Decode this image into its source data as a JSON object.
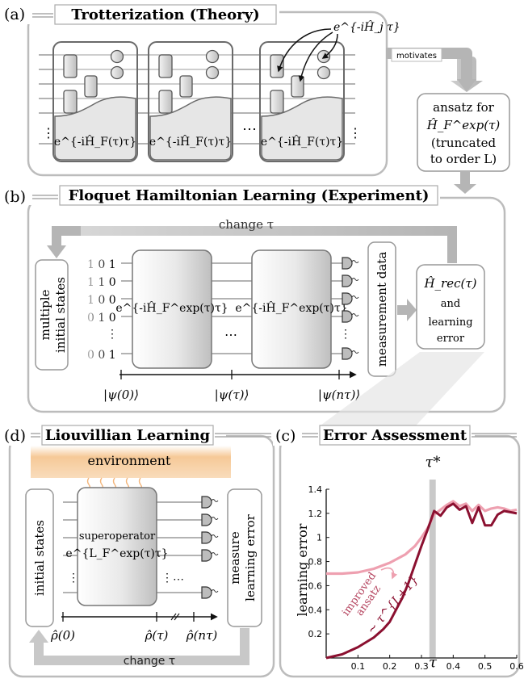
{
  "panel_a": {
    "label": "(a)",
    "title": "Trotterization (Theory)",
    "exp_label": "e^{-iĤ_j τ}",
    "circuit_label": "e^{-iĤ_F(τ)τ}",
    "ellipsis": "⋯",
    "vdots": "⋮"
  },
  "motivates": "motivates",
  "ansatz": {
    "line1": "ansatz for",
    "line2": "Ĥ_F^exp(τ)",
    "line3": "(truncated",
    "line4": "to order L)"
  },
  "panel_b": {
    "label": "(b)",
    "title": "Floquet Hamiltonian Learning (Experiment)",
    "change_tau": "change τ",
    "multiple_initial_states": [
      "multiple",
      "initial states"
    ],
    "bits": [
      "1 0 1",
      "1 1 0",
      "1 0 0",
      "0 1 0",
      "⋮",
      "0 0 1"
    ],
    "block_label": "e^{-iĤ_F^exp(τ)τ}",
    "measurement_data": "measurement data",
    "rec_label": "Ĥ_rec(τ)",
    "and": "and",
    "learning": "learning",
    "error": "error",
    "time_labels": [
      "|ψ(0)⟩",
      "|ψ(τ)⟩",
      "|ψ(nτ)⟩"
    ]
  },
  "panel_d": {
    "label": "(d)",
    "title": "Liouvillian Learning",
    "environment": "environment",
    "initial_states": "initial states",
    "superoperator": "superoperator",
    "super_label": "e^{L_F^exp(τ)τ}",
    "measure": [
      "measure",
      "learning error"
    ],
    "time_labels": [
      "ρ̂(0)",
      "ρ̂(τ)",
      "ρ̂(nτ)"
    ],
    "change_tau": "change τ"
  },
  "panel_c": {
    "label": "(c)",
    "title": "Error Assessment",
    "tau_star": "τ*",
    "ylabel": "learning error",
    "xlabel": "τ",
    "improved": [
      "improved",
      "ansatz"
    ],
    "scaling": "∼ τ^{L+1}"
  },
  "colors": {
    "dark_series": "#8b1030",
    "light_series": "#eea0b0",
    "highlight": "#c9c9c9",
    "environment": "#f6c997"
  },
  "chart_data": {
    "type": "line",
    "title": "",
    "xlabel": "τ",
    "ylabel": "learning error",
    "xlim": [
      0,
      0.6
    ],
    "ylim": [
      0,
      1.4
    ],
    "xticks": [
      0.1,
      0.2,
      0.3,
      0.4,
      0.5,
      0.6
    ],
    "yticks": [
      0.2,
      0.4,
      0.6,
      0.8,
      1.0,
      1.2,
      1.4
    ],
    "xtick_labels": [
      "0.1",
      "0.2",
      "0.3",
      "0.4",
      "0.5",
      "0.6"
    ],
    "ytick_labels": [
      "0.2",
      "0.4",
      "0.6",
      "0.8",
      "1",
      "1.2",
      "1.4"
    ],
    "highlight_band": [
      0.325,
      0.345
    ],
    "grid": false,
    "series": [
      {
        "color": "#eea0b0",
        "x": [
          0.0,
          0.05,
          0.1,
          0.15,
          0.2,
          0.25,
          0.28,
          0.3,
          0.32,
          0.34,
          0.36,
          0.38,
          0.4,
          0.42,
          0.44,
          0.46,
          0.48,
          0.5,
          0.52,
          0.54,
          0.56,
          0.58,
          0.6
        ],
        "y": [
          0.7,
          0.7,
          0.71,
          0.74,
          0.79,
          0.86,
          0.93,
          1.0,
          1.08,
          1.19,
          1.23,
          1.27,
          1.3,
          1.26,
          1.28,
          1.22,
          1.27,
          1.22,
          1.24,
          1.25,
          1.24,
          1.22,
          1.23
        ]
      },
      {
        "color": "#8b1030",
        "x": [
          0.0,
          0.05,
          0.1,
          0.15,
          0.18,
          0.2,
          0.22,
          0.24,
          0.26,
          0.28,
          0.3,
          0.32,
          0.34,
          0.36,
          0.38,
          0.4,
          0.42,
          0.44,
          0.46,
          0.48,
          0.5,
          0.52,
          0.54,
          0.56,
          0.58,
          0.6
        ],
        "y": [
          0.0,
          0.03,
          0.09,
          0.17,
          0.24,
          0.3,
          0.4,
          0.5,
          0.63,
          0.78,
          0.93,
          1.07,
          1.22,
          1.18,
          1.25,
          1.28,
          1.23,
          1.26,
          1.12,
          1.25,
          1.1,
          1.1,
          1.19,
          1.22,
          1.21,
          1.2
        ]
      }
    ]
  }
}
